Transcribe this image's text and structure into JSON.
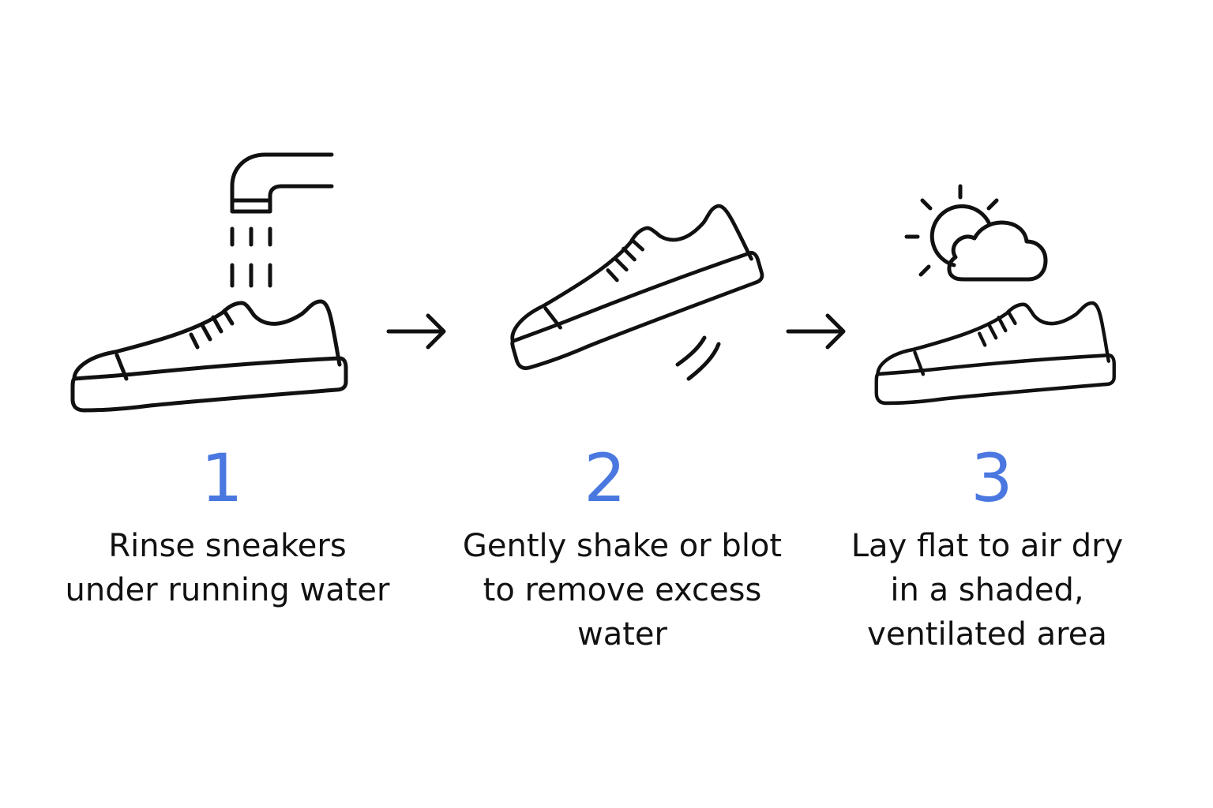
{
  "colors": {
    "step_number": "#4a78e0",
    "line_art": "#111111",
    "background": "#ffffff"
  },
  "steps": [
    {
      "number": "1",
      "caption": "Rinse sneakers\nunder running water",
      "icons": [
        "faucet-icon",
        "water-stream-icon",
        "sneaker-icon"
      ]
    },
    {
      "number": "2",
      "caption": "Gently shake or blot\nto remove excess\nwater",
      "icons": [
        "sneaker-icon",
        "motion-lines-icon"
      ]
    },
    {
      "number": "3",
      "caption": "Lay flat to air dry\nin a shaded,\nventilated area",
      "icons": [
        "sun-behind-cloud-icon",
        "sneaker-icon"
      ]
    }
  ],
  "connectors": [
    "arrow-right-icon",
    "arrow-right-icon"
  ]
}
